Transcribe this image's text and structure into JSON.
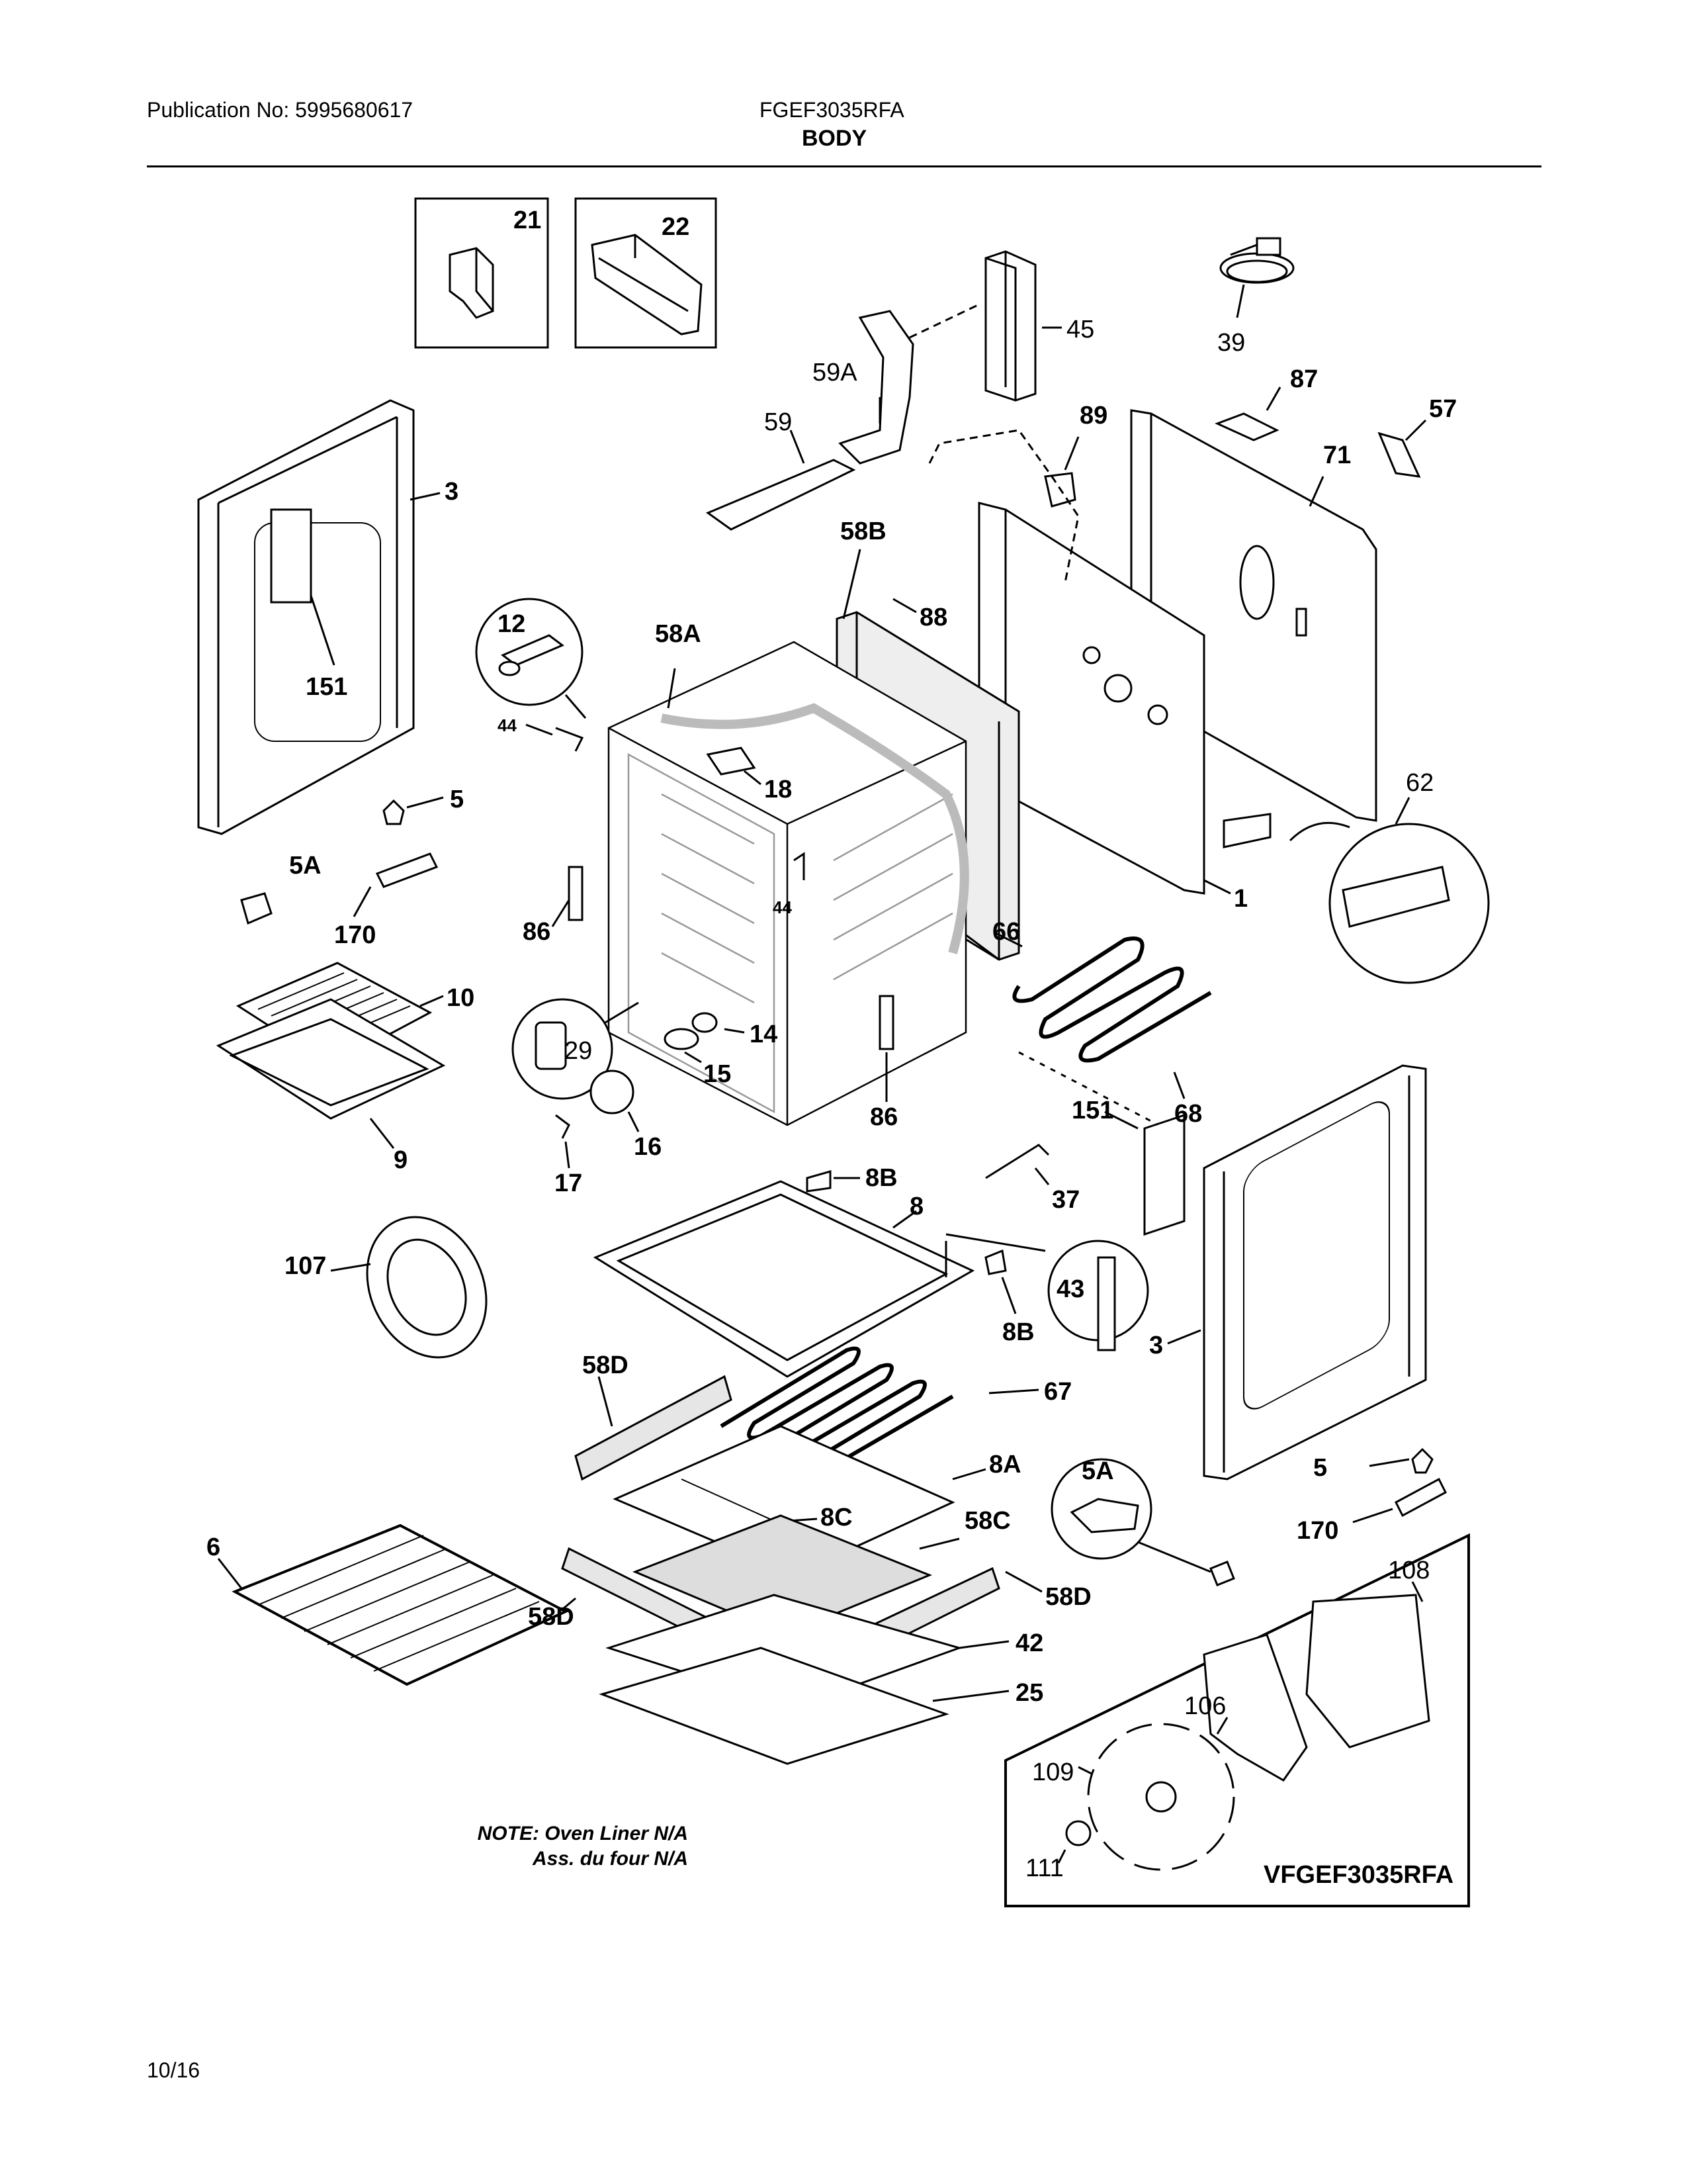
{
  "header": {
    "publication": "Publication No: 5995680617",
    "model": "FGEF3035RFA",
    "section": "BODY"
  },
  "footer": {
    "page": "10/16"
  },
  "note": {
    "line1": "NOTE: Oven Liner N/A",
    "line2": "Ass. du four N/A"
  },
  "inset_caption": "VFGEF3035RFA",
  "callouts": {
    "c21": "21",
    "c22": "22",
    "c45": "45",
    "c39": "39",
    "c59A": "59A",
    "c59": "59",
    "c89": "89",
    "c87": "87",
    "c57": "57",
    "c71": "71",
    "c3a": "3",
    "c58B": "58B",
    "c88": "88",
    "c12": "12",
    "c58A": "58A",
    "c151a": "151",
    "c44a": "44",
    "c18": "18",
    "c5a": "5",
    "c62": "62",
    "c5Aa": "5A",
    "c1": "1",
    "c44b": "44",
    "c170a": "170",
    "c86a": "86",
    "c66": "66",
    "c10": "10",
    "c29": "29",
    "c14": "14",
    "c15": "15",
    "c68": "68",
    "c9": "9",
    "c86b": "86",
    "c151b": "151",
    "c17": "17",
    "c16": "16",
    "c8Ba": "8B",
    "c37": "37",
    "c8": "8",
    "c107": "107",
    "c43": "43",
    "c8Bb": "8B",
    "c3b": "3",
    "c58Da": "58D",
    "c67": "67",
    "c8A": "8A",
    "c5Ab": "5A",
    "c5b": "5",
    "c8C": "8C",
    "c58C": "58C",
    "c170b": "170",
    "c6": "6",
    "c58Db": "58D",
    "c58Dc": "58D",
    "c108": "108",
    "c42": "42",
    "c25": "25",
    "c106": "106",
    "c109": "109",
    "c111": "111"
  }
}
